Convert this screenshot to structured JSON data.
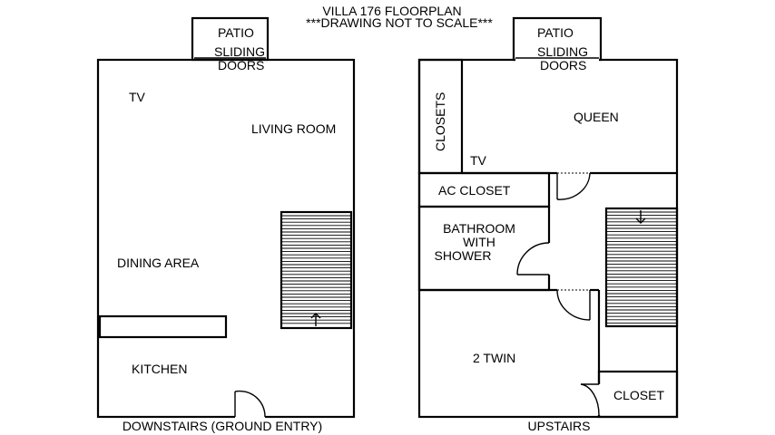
{
  "header": {
    "title": "VILLA 176 FLOORPLAN",
    "subtitle": "***DRAWING NOT TO SCALE***"
  },
  "downstairs": {
    "caption": "DOWNSTAIRS (GROUND ENTRY)",
    "patio": "PATIO",
    "sliding_doors_1": "SLIDING",
    "sliding_doors_2": "DOORS",
    "tv": "TV",
    "living_room": "LIVING ROOM",
    "dining_area": "DINING AREA",
    "kitchen": "KITCHEN"
  },
  "upstairs": {
    "caption": "UPSTAIRS",
    "patio": "PATIO",
    "sliding_doors_1": "SLIDING",
    "sliding_doors_2": "DOORS",
    "closets": "CLOSETS",
    "queen": "QUEEN",
    "tv": "TV",
    "ac_closet": "AC CLOSET",
    "bathroom_1": "BATHROOM",
    "bathroom_2": "WITH",
    "bathroom_3": "SHOWER",
    "two_twin": "2 TWIN",
    "closet": "CLOSET"
  }
}
